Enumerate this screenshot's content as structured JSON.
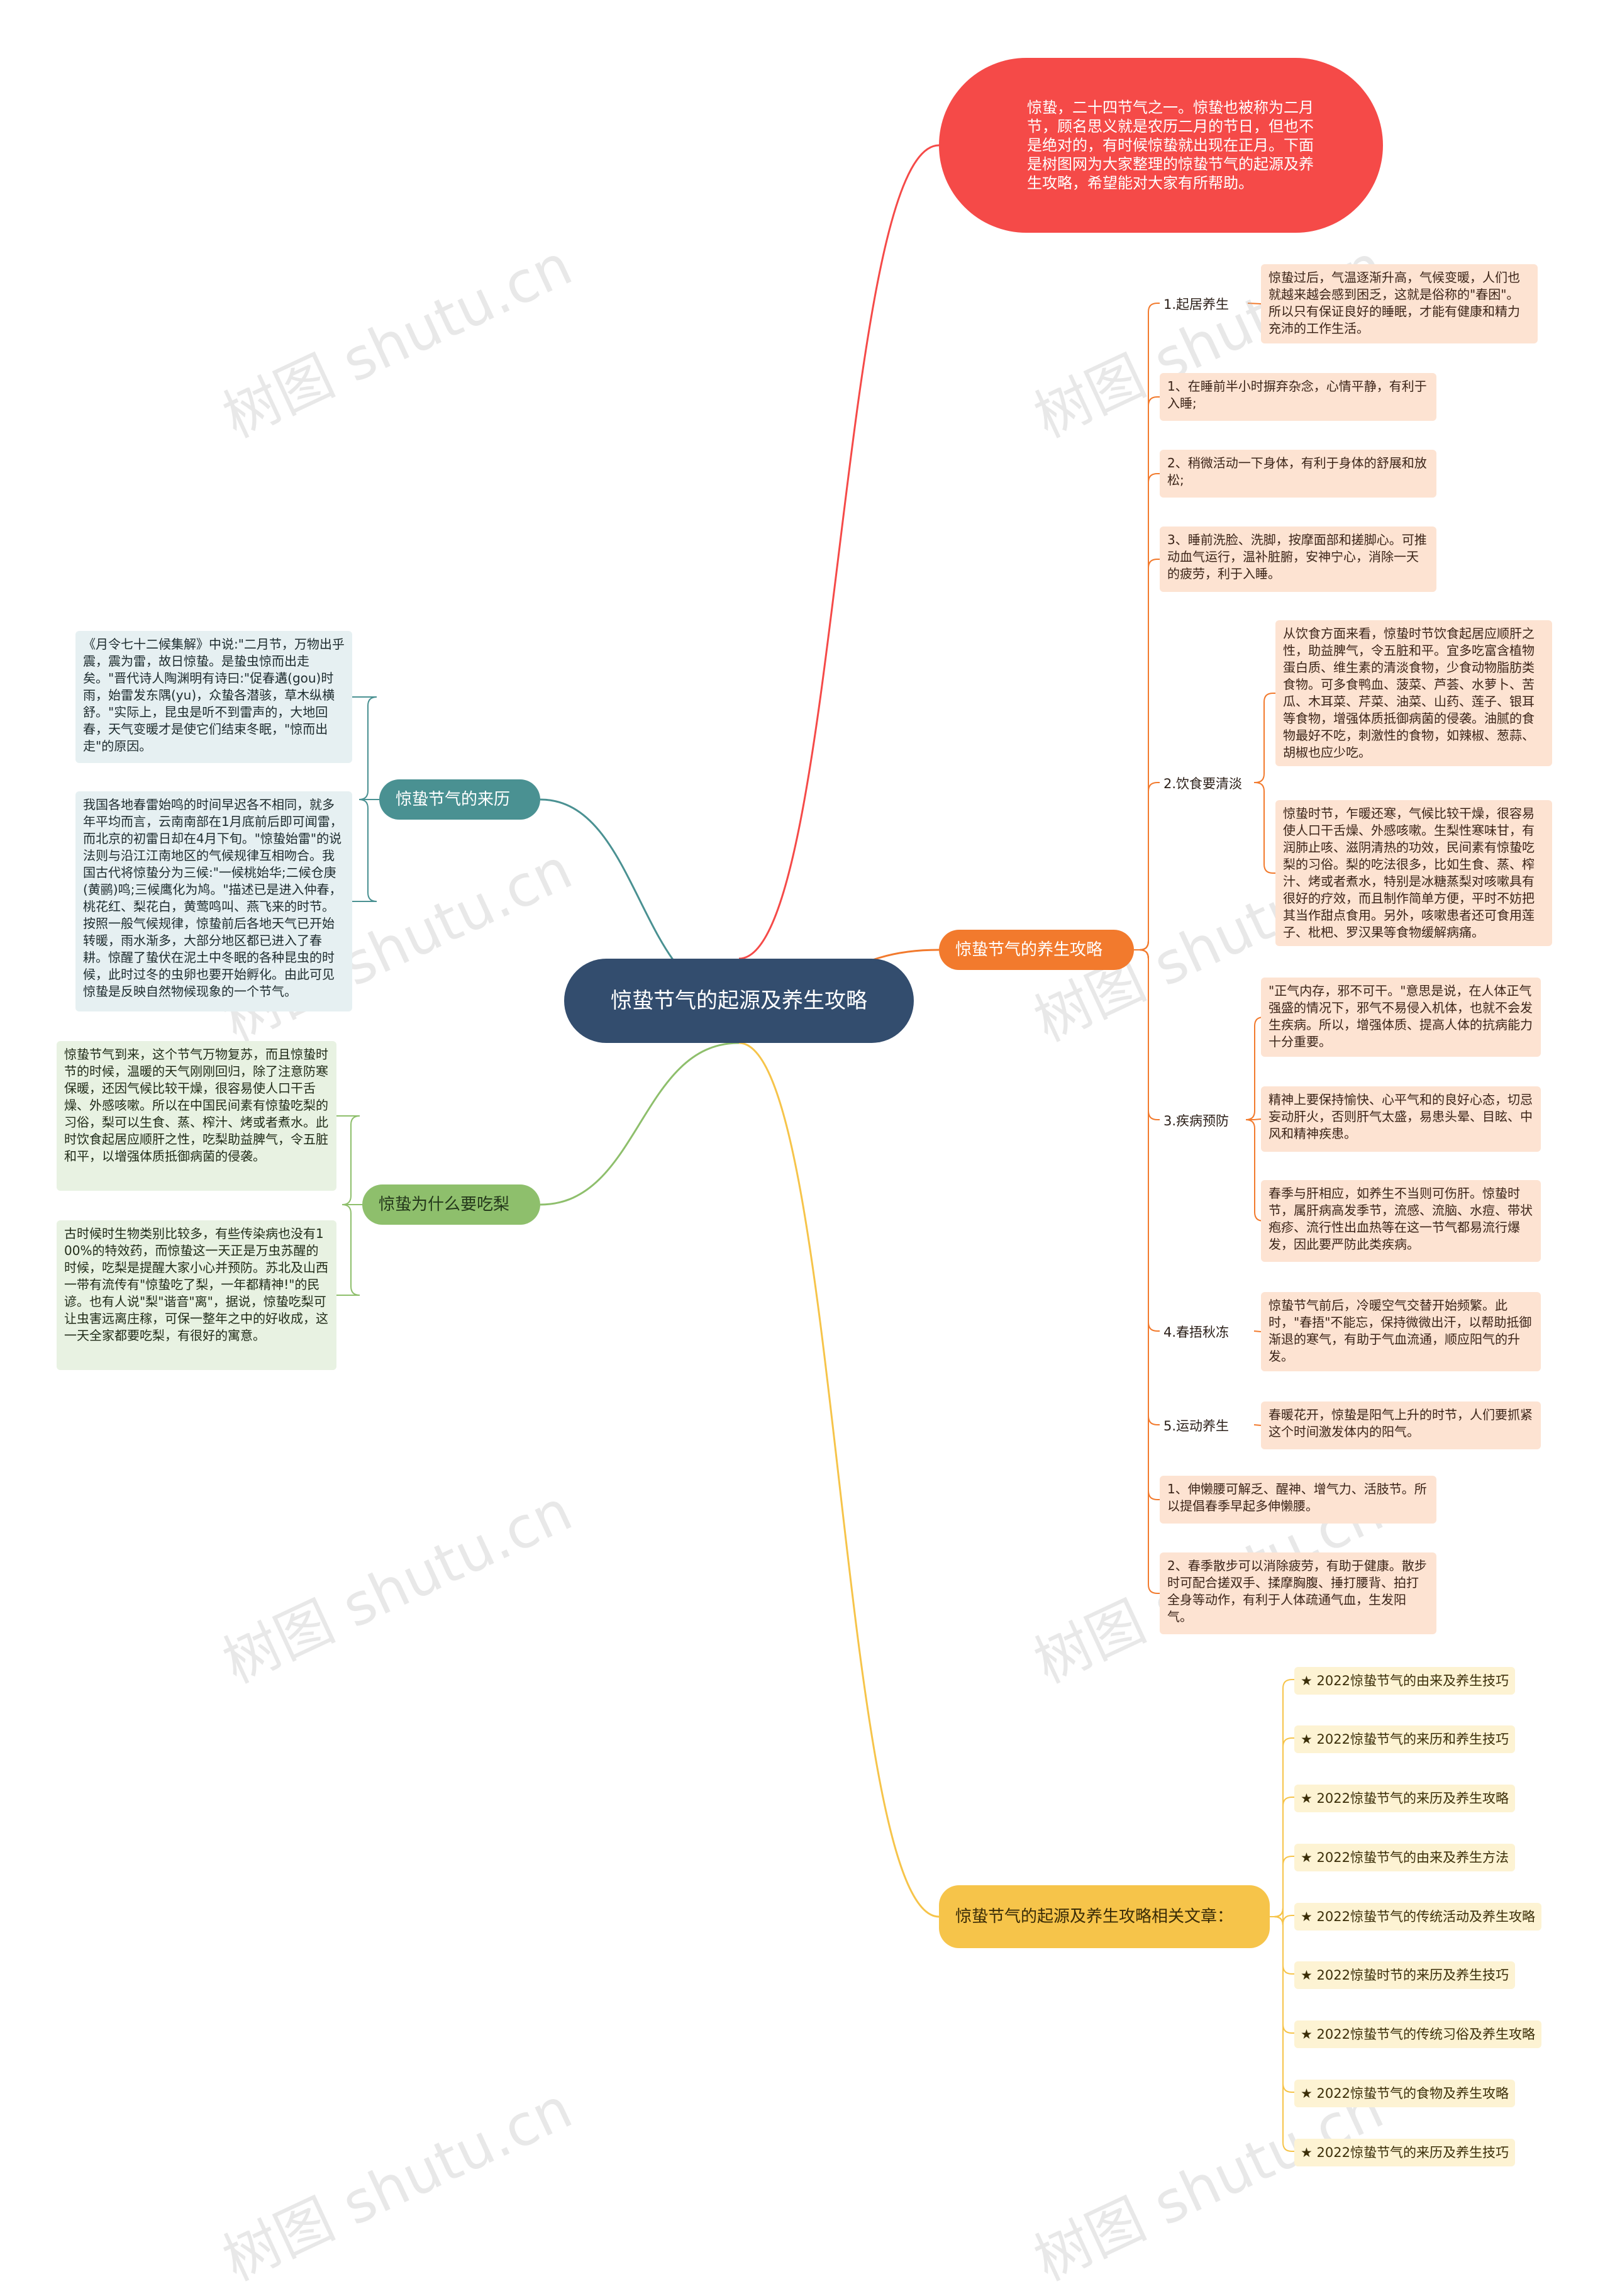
{
  "center": {
    "title": "惊蛰节气的起源及养生攻略"
  },
  "intro": {
    "text": "惊蛰，二十四节气之一。惊蛰也被称为二月节，顾名思义就是农历二月的节日，但也不是绝对的，有时候惊蛰就出现在正月。下面是树图网为大家整理的惊蛰节气的起源及养生攻略，希望能对大家有所帮助。"
  },
  "origin": {
    "label": "惊蛰节气的来历",
    "items": [
      "《月令七十二候集解》中说:\"二月节，万物出乎震，震为雷，故日惊蛰。是蛰虫惊而出走矣。\"晋代诗人陶渊明有诗曰:\"促春遘(gou)时雨，始雷发东隅(yu)，众蛰各潜骇，草木纵横舒。\"实际上，昆虫是听不到雷声的，大地回春，天气变暖才是使它们结束冬眠，\"惊而出走\"的原因。",
      "我国各地春雷始鸣的时间早迟各不相同，就多年平均而言，云南南部在1月底前后即可闻雷，而北京的初雷日却在4月下旬。\"惊蛰始雷\"的说法则与沿江江南地区的气候规律互相吻合。我国古代将惊蛰分为三候:\"一候桃始华;二候仓庚(黄鹂)鸣;三候鹰化为鸠。\"描述已是进入仲春，桃花红、梨花白，黄莺鸣叫、燕飞来的时节。按照一般气候规律，惊蛰前后各地天气已开始转暖，雨水渐多，大部分地区都已进入了春耕。惊醒了蛰伏在泥土中冬眠的各种昆虫的时候，此时过冬的虫卵也要开始孵化。由此可见惊蛰是反映自然物候现象的一个节气。"
    ]
  },
  "pear": {
    "label": "惊蛰为什么要吃梨",
    "items": [
      "惊蛰节气到来，这个节气万物复苏，而且惊蛰时节的时候，温暖的天气刚刚回归，除了注意防寒保暖，还因气候比较干燥，很容易使人口干舌燥、外感咳嗽。所以在中国民间素有惊蛰吃梨的习俗，梨可以生食、蒸、榨汁、烤或者煮水。此时饮食起居应顺肝之性，吃梨助益脾气，令五脏和平，以增强体质抵御病菌的侵袭。",
      "古时候时生物类别比较多，有些传染病也没有100%的特效药，而惊蛰这一天正是万虫苏醒的时候，吃梨是提醒大家小心并预防。苏北及山西一带有流传有\"惊蛰吃了梨，一年都精神!\"的民谚。也有人说\"梨\"谐音\"离\"，据说，惊蛰吃梨可让虫害远离庄稼，可保一整年之中的好收成，这一天全家都要吃梨，有很好的寓意。"
    ]
  },
  "health": {
    "label": "惊蛰节气的养生攻略",
    "subs": [
      {
        "label": "1.起居养生",
        "detail": "惊蛰过后，气温逐渐升高，气候变暖，人们也就越来越会感到困乏，这就是俗称的\"春困\"。所以只有保证良好的睡眠，才能有健康和精力充沛的工作生活。"
      },
      {
        "label": "1、在睡前半小时摒弃杂念，心情平静，有利于入睡;"
      },
      {
        "label": "2、稍微活动一下身体，有利于身体的舒展和放松;"
      },
      {
        "label": "3、睡前洗脸、洗脚，按摩面部和搓脚心。可推动血气运行，温补脏腑，安神宁心，消除一天的疲劳，利于入睡。"
      },
      {
        "label": "2.饮食要清淡",
        "details": [
          "从饮食方面来看，惊蛰时节饮食起居应顺肝之性，助益脾气，令五脏和平。宜多吃富含植物蛋白质、维生素的清淡食物，少食动物脂肪类食物。可多食鸭血、菠菜、芦荟、水萝卜、苦瓜、木耳菜、芹菜、油菜、山药、莲子、银耳等食物，增强体质抵御病菌的侵袭。油腻的食物最好不吃，刺激性的食物，如辣椒、葱蒜、胡椒也应少吃。",
          "惊蛰时节，乍暖还寒，气候比较干燥，很容易使人口干舌燥、外感咳嗽。生梨性寒味甘，有润肺止咳、滋阴清热的功效，民间素有惊蛰吃梨的习俗。梨的吃法很多，比如生食、蒸、榨汁、烤或者煮水，特别是冰糖蒸梨对咳嗽具有很好的疗效，而且制作简单方便，平时不妨把其当作甜点食用。另外，咳嗽患者还可食用莲子、枇杷、罗汉果等食物缓解病痛。"
        ]
      },
      {
        "label": "3.疾病预防",
        "details": [
          "\"正气内存，邪不可干。\"意思是说，在人体正气强盛的情况下，邪气不易侵入机体，也就不会发生疾病。所以，增强体质、提高人体的抗病能力十分重要。",
          "精神上要保持愉快、心平气和的良好心态，切忌妄动肝火，否则肝气太盛，易患头晕、目眩、中风和精神疾患。",
          "春季与肝相应，如养生不当则可伤肝。惊蛰时节，属肝病高发季节，流感、流脑、水痘、带状疱疹、流行性出血热等在这一节气都易流行爆发，因此要严防此类疾病。"
        ]
      },
      {
        "label": "4.春捂秋冻",
        "detail": "惊蛰节气前后，冷暖空气交替开始频繁。此时，\"春捂\"不能忘，保持微微出汗，以帮助抵御渐退的寒气，有助于气血流通，顺应阳气的升发。"
      },
      {
        "label": "5.运动养生",
        "detail": "春暖花开，惊蛰是阳气上升的时节，人们要抓紧这个时间激发体内的阳气。"
      },
      {
        "label": "1、伸懒腰可解乏、醒神、增气力、活肢节。所以提倡春季早起多伸懒腰。"
      },
      {
        "label": "2、春季散步可以消除疲劳，有助于健康。散步时可配合搓双手、揉摩胸腹、捶打腰背、拍打全身等动作，有利于人体疏通气血，生发阳气。"
      }
    ]
  },
  "related": {
    "label": "惊蛰节气的起源及养生攻略相关文章：",
    "items": [
      "★ 2022惊蛰节气的由来及养生技巧",
      "★ 2022惊蛰节气的来历和养生技巧",
      "★ 2022惊蛰节气的来历及养生攻略",
      "★ 2022惊蛰节气的由来及养生方法",
      "★ 2022惊蛰节气的传统活动及养生攻略",
      "★ 2022惊蛰时节的来历及养生技巧",
      "★ 2022惊蛰节气的传统习俗及养生攻略",
      "★ 2022惊蛰节气的食物及养生攻略",
      "★ 2022惊蛰节气的来历及养生技巧"
    ]
  },
  "watermark": "树图 shutu.cn",
  "colors": {
    "center": "#334d6e",
    "intro": "#f54a48",
    "origin": "#4a9192",
    "pear": "#8ebf6c",
    "health": "#f27a2d",
    "related": "#f6c44a",
    "leaf_orange": "#fde3d2",
    "leaf_teal": "#e6f0f2",
    "leaf_green": "#e8f2e2",
    "leaf_yellow": "#fdf3d3"
  }
}
